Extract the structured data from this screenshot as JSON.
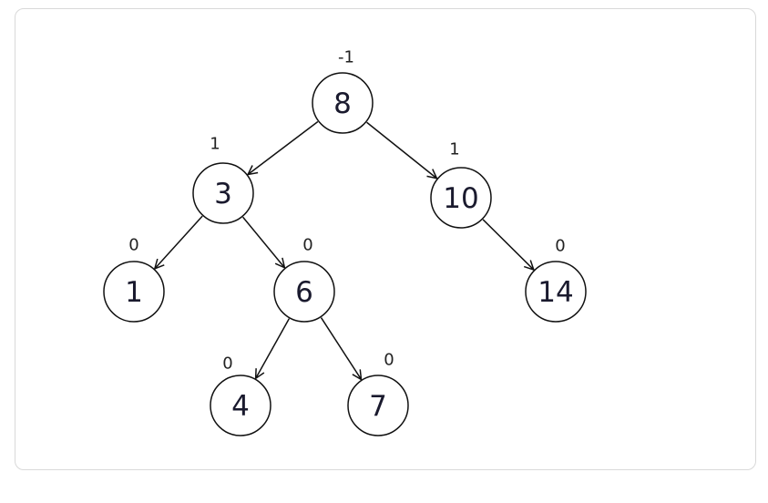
{
  "nodes": [
    {
      "id": "n8",
      "value": "8",
      "balance_factor": "-1"
    },
    {
      "id": "n3",
      "value": "3",
      "balance_factor": "1"
    },
    {
      "id": "n10",
      "value": "10",
      "balance_factor": "1"
    },
    {
      "id": "n1",
      "value": "1",
      "balance_factor": "0"
    },
    {
      "id": "n6",
      "value": "6",
      "balance_factor": "0"
    },
    {
      "id": "n14",
      "value": "14",
      "balance_factor": "0"
    },
    {
      "id": "n4",
      "value": "4",
      "balance_factor": "0"
    },
    {
      "id": "n7",
      "value": "7",
      "balance_factor": "0"
    }
  ],
  "edges": [
    {
      "from": "n8",
      "to": "n3"
    },
    {
      "from": "n8",
      "to": "n10"
    },
    {
      "from": "n3",
      "to": "n1"
    },
    {
      "from": "n3",
      "to": "n6"
    },
    {
      "from": "n10",
      "to": "n14"
    },
    {
      "from": "n6",
      "to": "n4"
    },
    {
      "from": "n6",
      "to": "n7"
    }
  ]
}
